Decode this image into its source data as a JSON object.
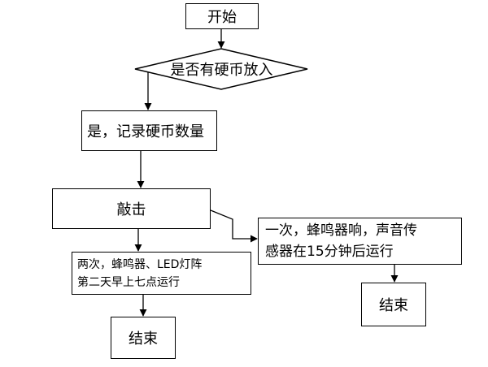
{
  "nodes": {
    "start": "开始",
    "decision": "是否有硬币放入",
    "count": "是，记录硬币数量",
    "knock": "敲击",
    "once": "一次，蜂鸣器响，声音传感器在15分钟后运行",
    "once_line1": "一次，蜂鸣器响，声音传",
    "once_line2": "感器在15分钟后运行",
    "twice_line1": "两次，蜂鸣器、LED灯阵",
    "twice_line2": "第二天早上七点运行",
    "end_left": "结束",
    "end_right": "结束"
  },
  "colors": {
    "stroke": "#000000",
    "background": "#ffffff"
  }
}
